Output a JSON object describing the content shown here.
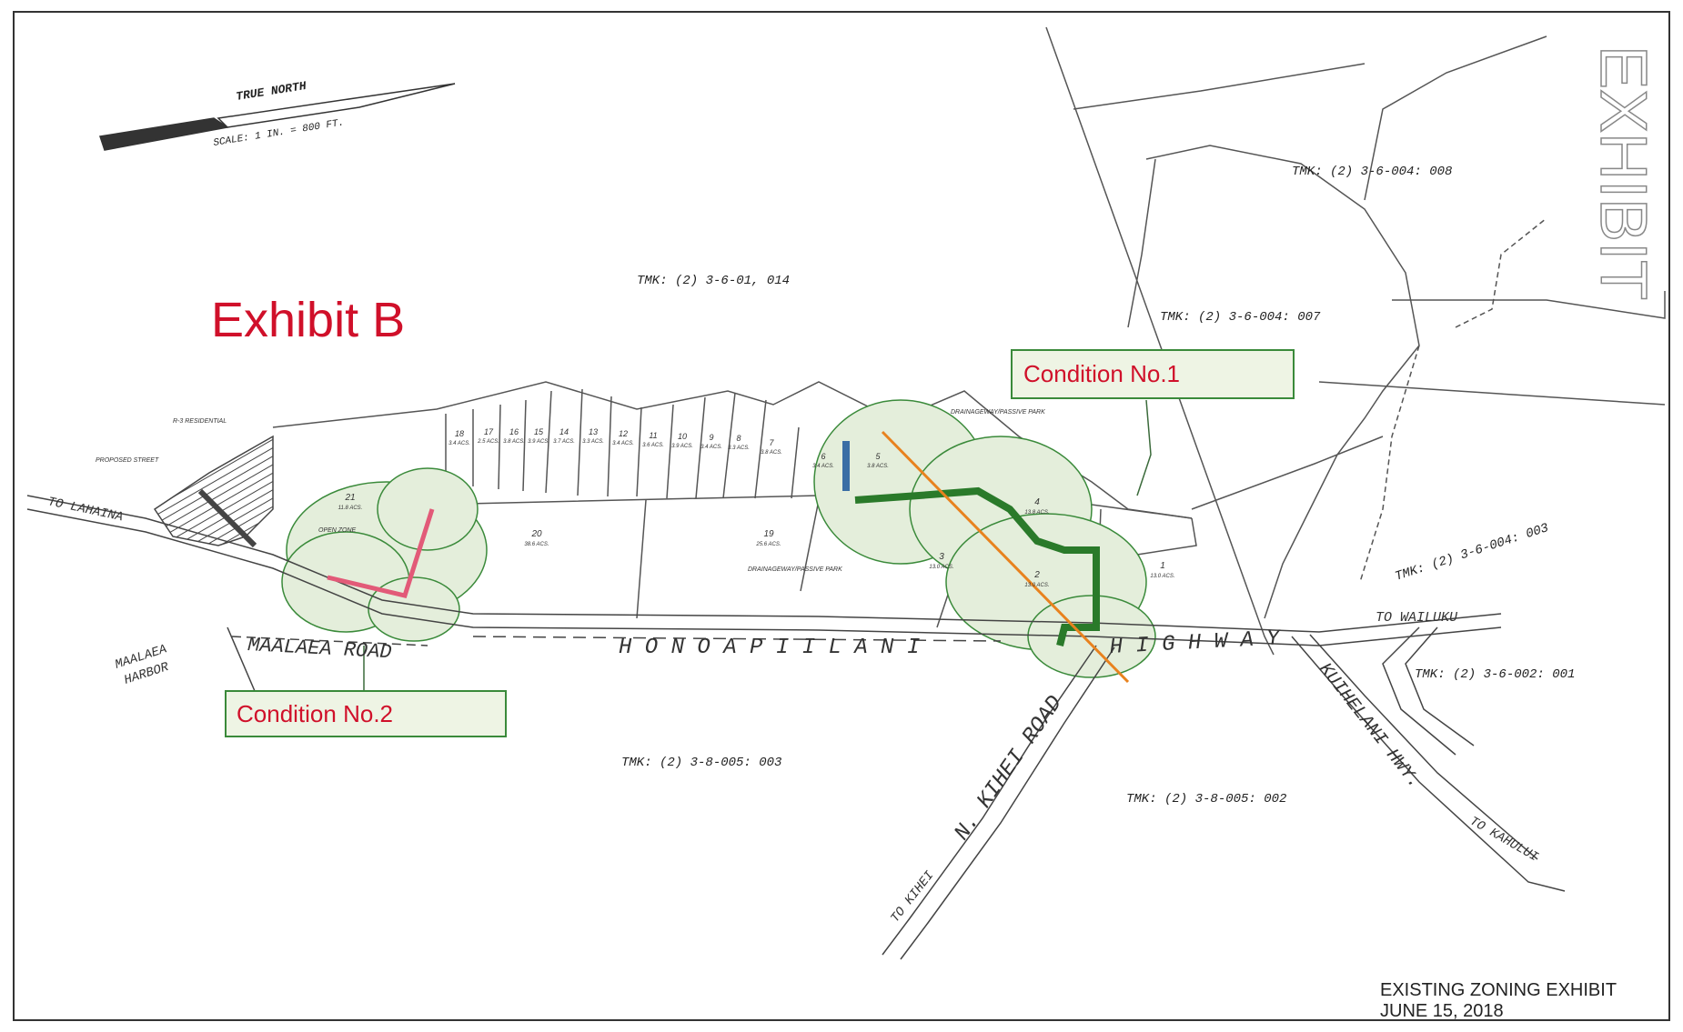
{
  "exhibit_heading": "Exhibit B",
  "watermark": "EXHIBIT",
  "north_arrow": {
    "label": "TRUE NORTH",
    "scale": "SCALE: 1 IN. = 800 FT."
  },
  "callouts": {
    "condition1": "Condition No.1",
    "condition2": "Condition No.2"
  },
  "parcels": {
    "p014": "TMK: (2) 3-6-01, 014",
    "p008": "TMK: (2) 3-6-004: 008",
    "p007": "TMK: (2) 3-6-004: 007",
    "p003a": "TMK: (2) 3-6-004: 003",
    "p001": "TMK: (2) 3-6-002: 001",
    "p003b": "TMK: (2) 3-8-005: 003",
    "p002": "TMK: (2) 3-8-005: 002"
  },
  "roads": {
    "to_lahaina": "TO LAHAINA",
    "to_wailuku": "TO WAILUKU",
    "to_kahului": "TO KAHULUI",
    "to_kihei": "TO KIHEI",
    "maalaea_road": "MAALAEA ROAD",
    "honoapiilani": "H O N O A P I I L A N I",
    "highway": "H I G H W A Y",
    "n_kihei_road": "N. KIHEI ROAD",
    "kuihelani": "KUIHELANI HWY.",
    "maalaea_harbor_1": "MAALAEA",
    "maalaea_harbor_2": "HARBOR"
  },
  "small_labels": {
    "residential": "R-3 RESIDENTIAL",
    "proposed_street": "PROPOSED STREET",
    "open_zone": "OPEN ZONE",
    "drainage_upper": "DRAINAGEWAY/PASSIVE PARK",
    "drainage_lower": "DRAINAGEWAY/PASSIVE PARK"
  },
  "lots": [
    {
      "n": "18",
      "a": "3.4 ACS."
    },
    {
      "n": "17",
      "a": "2.5 ACS."
    },
    {
      "n": "16",
      "a": "3.8 ACS."
    },
    {
      "n": "15",
      "a": "3.9 ACS."
    },
    {
      "n": "14",
      "a": "3.7 ACS."
    },
    {
      "n": "13",
      "a": "3.3 ACS."
    },
    {
      "n": "12",
      "a": "3.4 ACS."
    },
    {
      "n": "11",
      "a": "3.6 ACS."
    },
    {
      "n": "10",
      "a": "3.9 ACS."
    },
    {
      "n": "9",
      "a": "3.4 ACS."
    },
    {
      "n": "8",
      "a": "3.3 ACS."
    },
    {
      "n": "7",
      "a": "3.8 ACS."
    },
    {
      "n": "6",
      "a": "3.4 ACS."
    },
    {
      "n": "5",
      "a": "3.8 ACS."
    },
    {
      "n": "20",
      "a": "38.6 ACS."
    },
    {
      "n": "19",
      "a": "25.6 ACS."
    },
    {
      "n": "21",
      "a": "11.8 ACS."
    },
    {
      "n": "4",
      "a": "13.8 ACS."
    },
    {
      "n": "3",
      "a": "13.0 ACS."
    },
    {
      "n": "2",
      "a": "13.0 ACS."
    },
    {
      "n": "1",
      "a": "13.0 ACS."
    }
  ],
  "footer": {
    "line1": "EXISTING ZONING EXHIBIT",
    "line2": "JUNE 15, 2018"
  },
  "colors": {
    "highlight": "#d0102a",
    "callout_border": "#3a8a3a",
    "callout_fill": "#eef4e4",
    "tree_fill": "#e4eedb",
    "green_line": "#2a7a2a",
    "orange_line": "#e8821e",
    "blue_line": "#3a6ea5",
    "pink_line": "#e25a78"
  }
}
